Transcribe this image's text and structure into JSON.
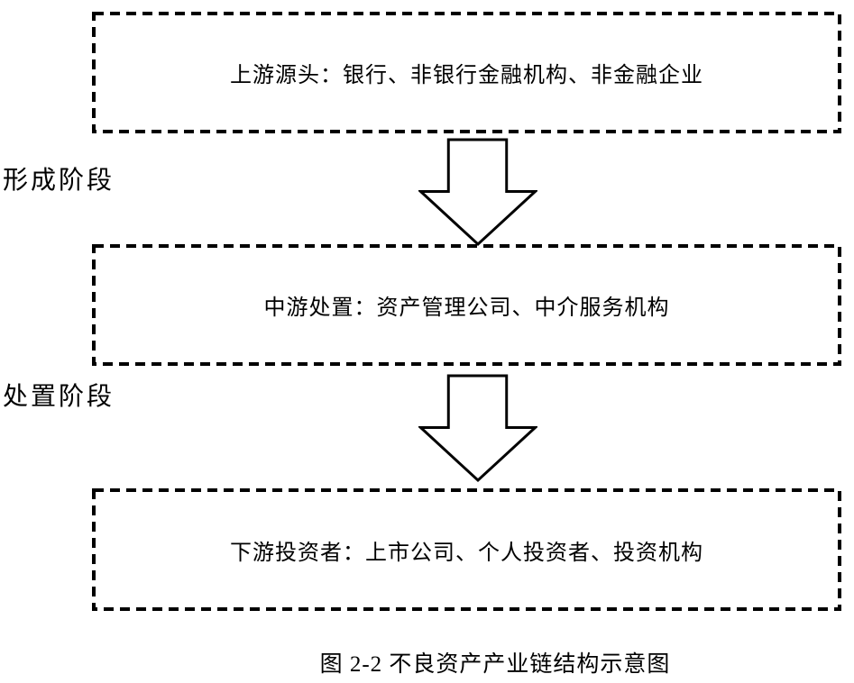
{
  "figure": {
    "caption": "图 2-2 不良资产产业链结构示意图",
    "stage_labels": [
      {
        "label": "形成阶段"
      },
      {
        "label": "处置阶段"
      }
    ],
    "boxes": [
      {
        "text": "上游源头：银行、非银行金融机构、非金融企业"
      },
      {
        "text": "中游处置：资产管理公司、中介服务机构"
      },
      {
        "text": "下游投资者：上市公司、个人投资者、投资机构"
      }
    ],
    "connectors": [
      {
        "icon": "down-arrow-icon"
      },
      {
        "icon": "down-arrow-icon"
      }
    ],
    "colors": {
      "line": "#000000",
      "background": "#ffffff"
    }
  }
}
